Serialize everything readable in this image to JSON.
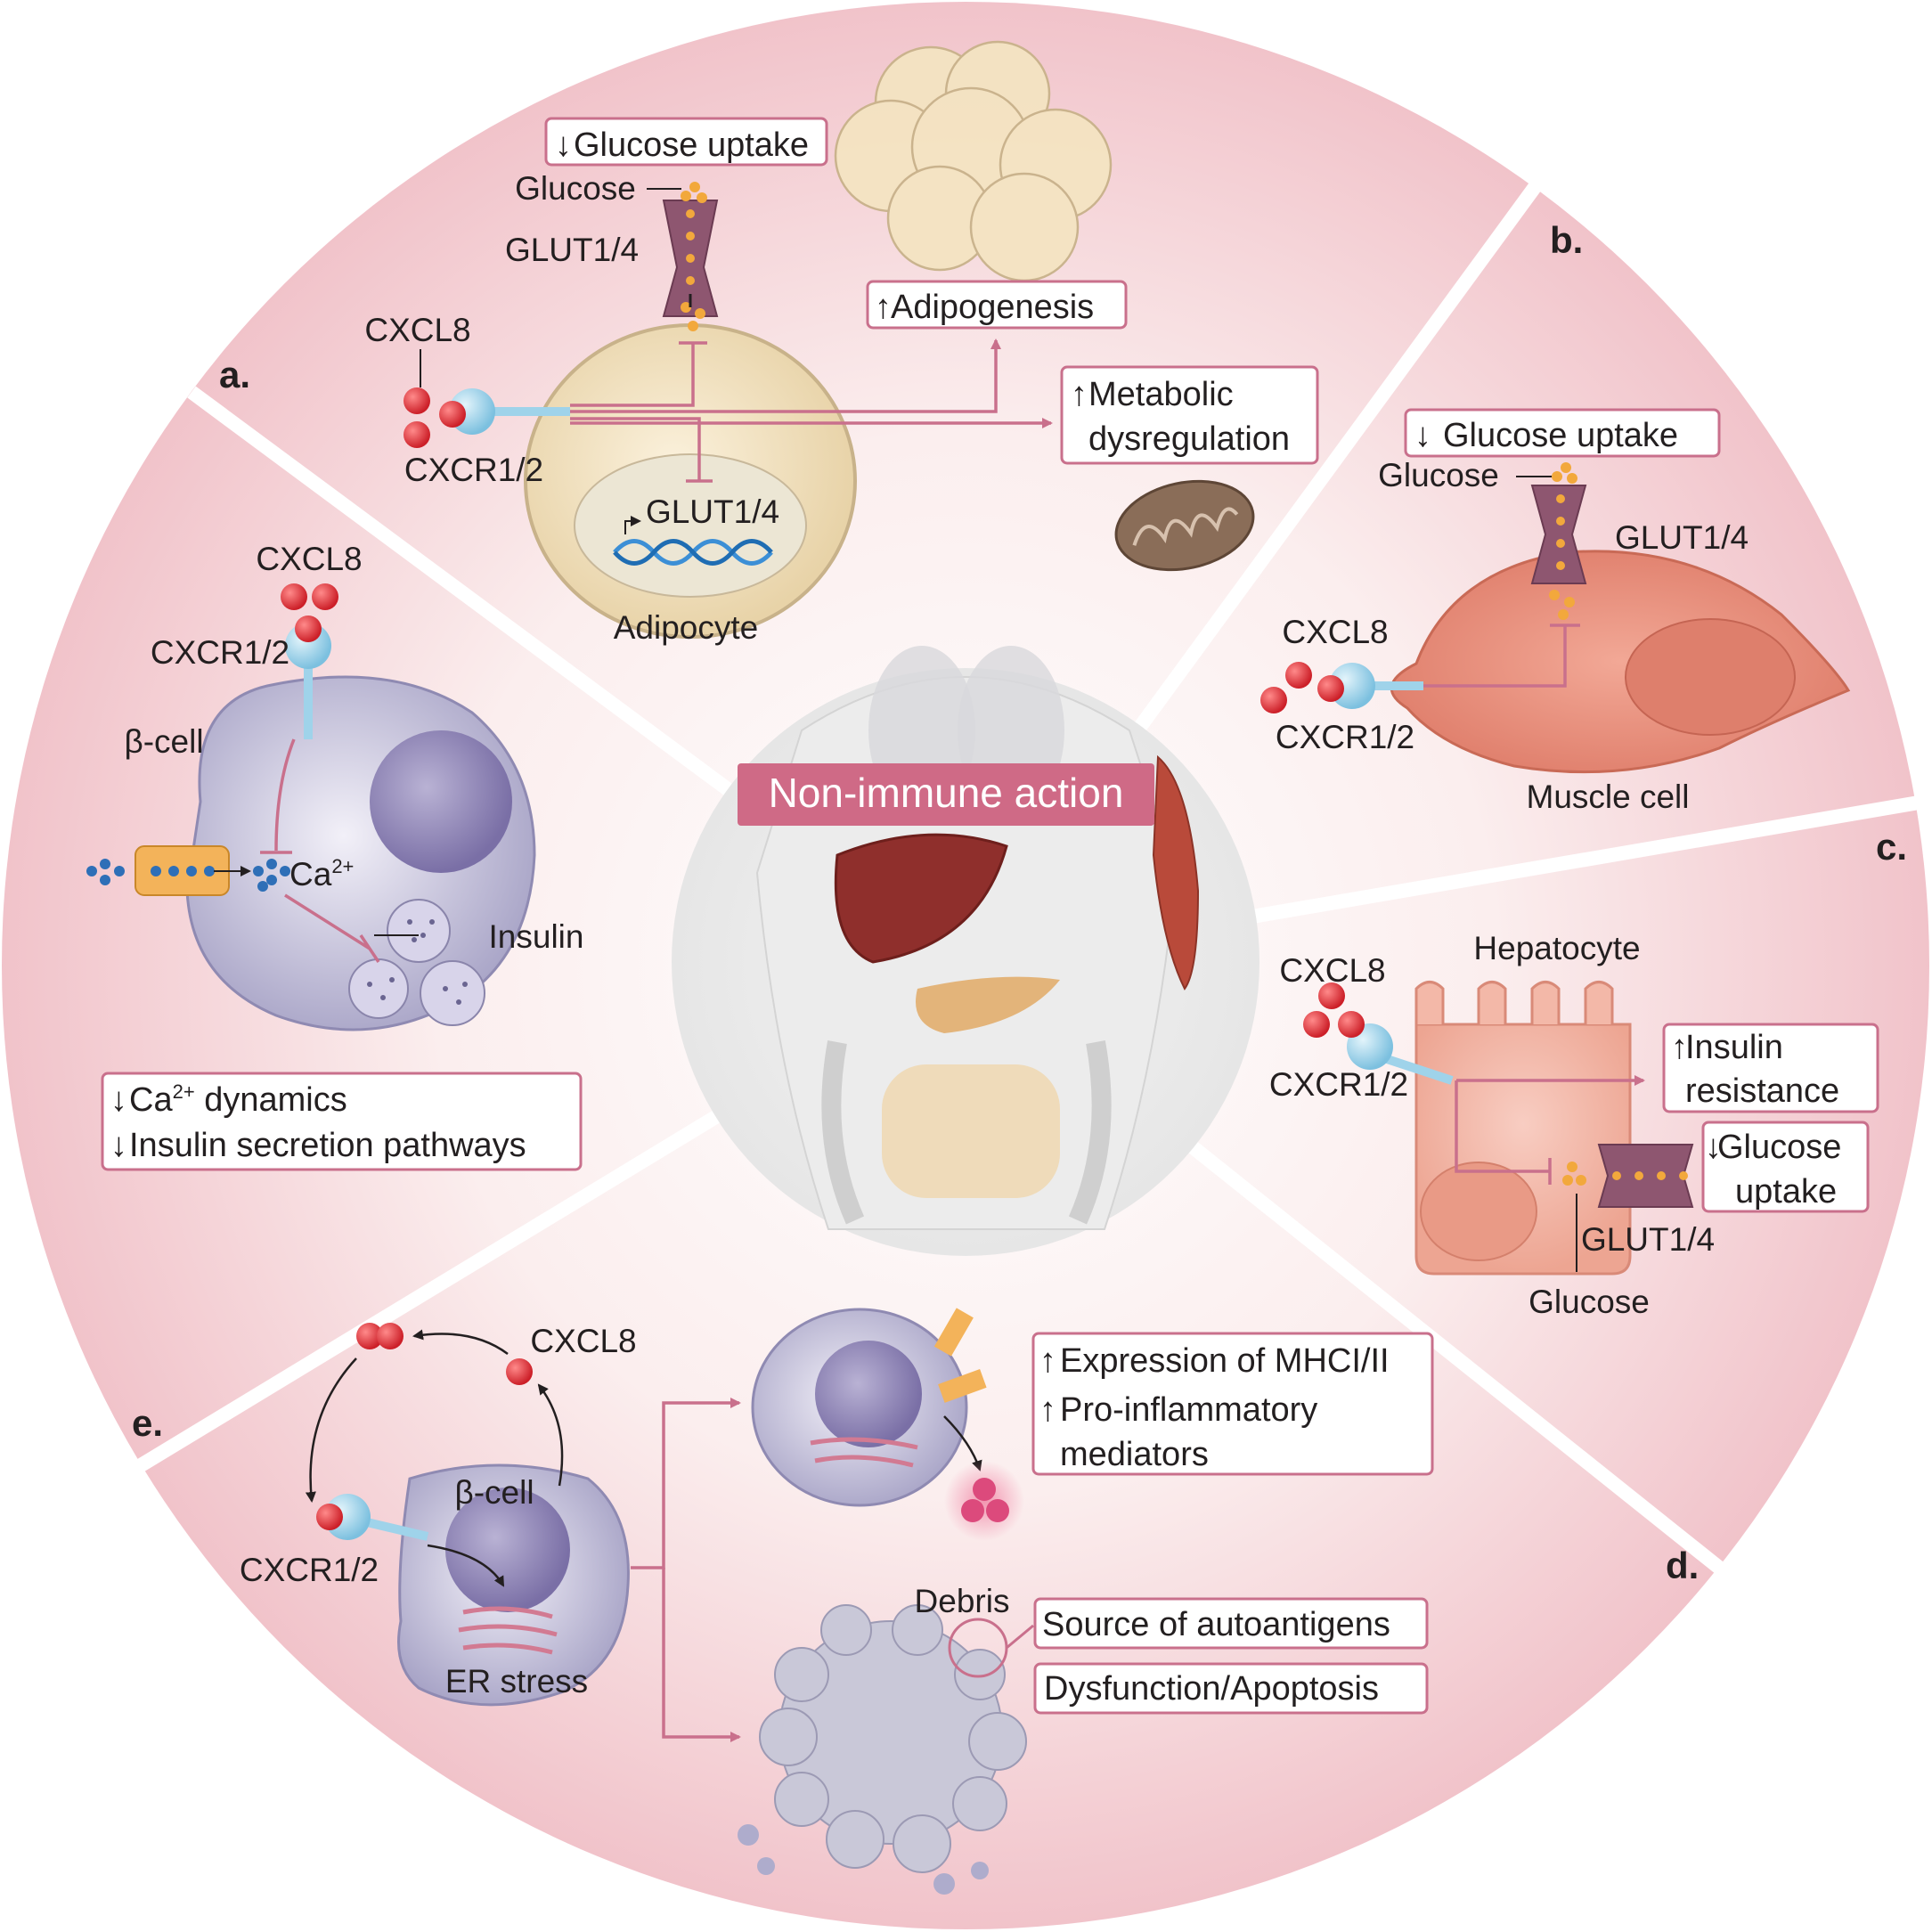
{
  "title": "Non-immune action",
  "panels": {
    "a": {
      "letter": "a.",
      "ligand": "CXCL8",
      "receptor": "CXCR1/2",
      "glucose": "Glucose",
      "transporter": "GLUT1/4",
      "gene": "GLUT1/4",
      "cell": "Adipocyte",
      "box_uptake": "Glucose uptake",
      "box_adipogenesis": "Adipogenesis",
      "box_metabolic": [
        "Metabolic",
        "dysregulation"
      ]
    },
    "b": {
      "letter": "b.",
      "box_uptake": "Glucose uptake",
      "glucose": "Glucose",
      "transporter": "GLUT1/4",
      "ligand": "CXCL8",
      "receptor": "CXCR1/2",
      "cell": "Muscle cell"
    },
    "c": {
      "letter": "c.",
      "cell": "Hepatocyte",
      "ligand": "CXCL8",
      "receptor": "CXCR1/2",
      "box_insulin": [
        "Insulin",
        "resistance"
      ],
      "box_uptake": [
        "Glucose",
        "uptake"
      ],
      "transporter": "GLUT1/4",
      "glucose": "Glucose"
    },
    "d": {
      "letter": "d.",
      "box_mhc": [
        "Expression of MHCI/II",
        "Pro-inflammatory",
        "mediators"
      ],
      "debris": "Debris",
      "box_auto": "Source of autoantigens",
      "box_apop": "Dysfunction/Apoptosis"
    },
    "e": {
      "letter": "e.",
      "ligand": "CXCL8",
      "receptor": "CXCR1/2",
      "cell": "β-cell",
      "er": "ER stress"
    },
    "beta": {
      "ligand": "CXCL8",
      "receptor": "CXCR1/2",
      "cell": "β-cell",
      "ion": "Ca",
      "ion_sup": "2+",
      "insulin": "Insulin",
      "box_line1_pre": "Ca",
      "box_line1_sup": "2+",
      "box_line1_post": " dynamics",
      "box_line2": "Insulin secretion pathways"
    }
  },
  "colors": {
    "background_pink": "#f3c9cf",
    "accent": "#c9708c",
    "ligand": "#e0393e",
    "receptor": "#9fd3ea"
  }
}
